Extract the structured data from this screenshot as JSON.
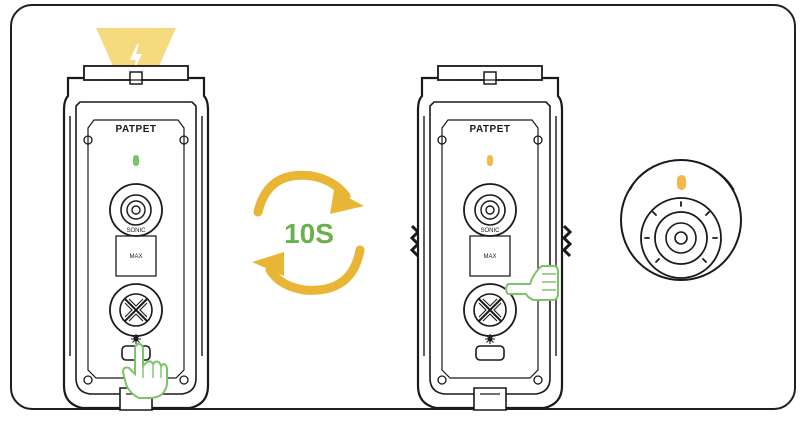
{
  "device": {
    "brand": "PATPET",
    "sonic_label": "SONIC",
    "max_label": "MAX"
  },
  "timer": {
    "label": "10S"
  },
  "colors": {
    "flash_yellow": "#f5d46a",
    "flash_bolt": "#ffffff",
    "led_green": "#7cc46a",
    "led_orange": "#f2b84a",
    "arrow_gold": "#e9b535",
    "timer_green": "#6ab04c",
    "hand_green": "#7cc46a",
    "outline": "#1a1a1a"
  },
  "icons": [
    "lightning-icon",
    "rotate-arrows-icon",
    "vibration-icon",
    "hand-pointer-icon",
    "light-button-icon"
  ]
}
